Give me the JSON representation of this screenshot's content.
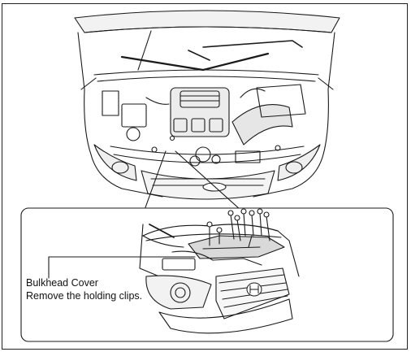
{
  "callout": {
    "title": "Bulkhead Cover",
    "instruction": "Remove the holding clips."
  },
  "colors": {
    "line": "#1a1a1a",
    "shade": "#d9d9d9",
    "background": "#ffffff"
  },
  "icons": [
    "engine-bay-illustration",
    "holding-clip-icon",
    "honda-emblem-icon"
  ]
}
